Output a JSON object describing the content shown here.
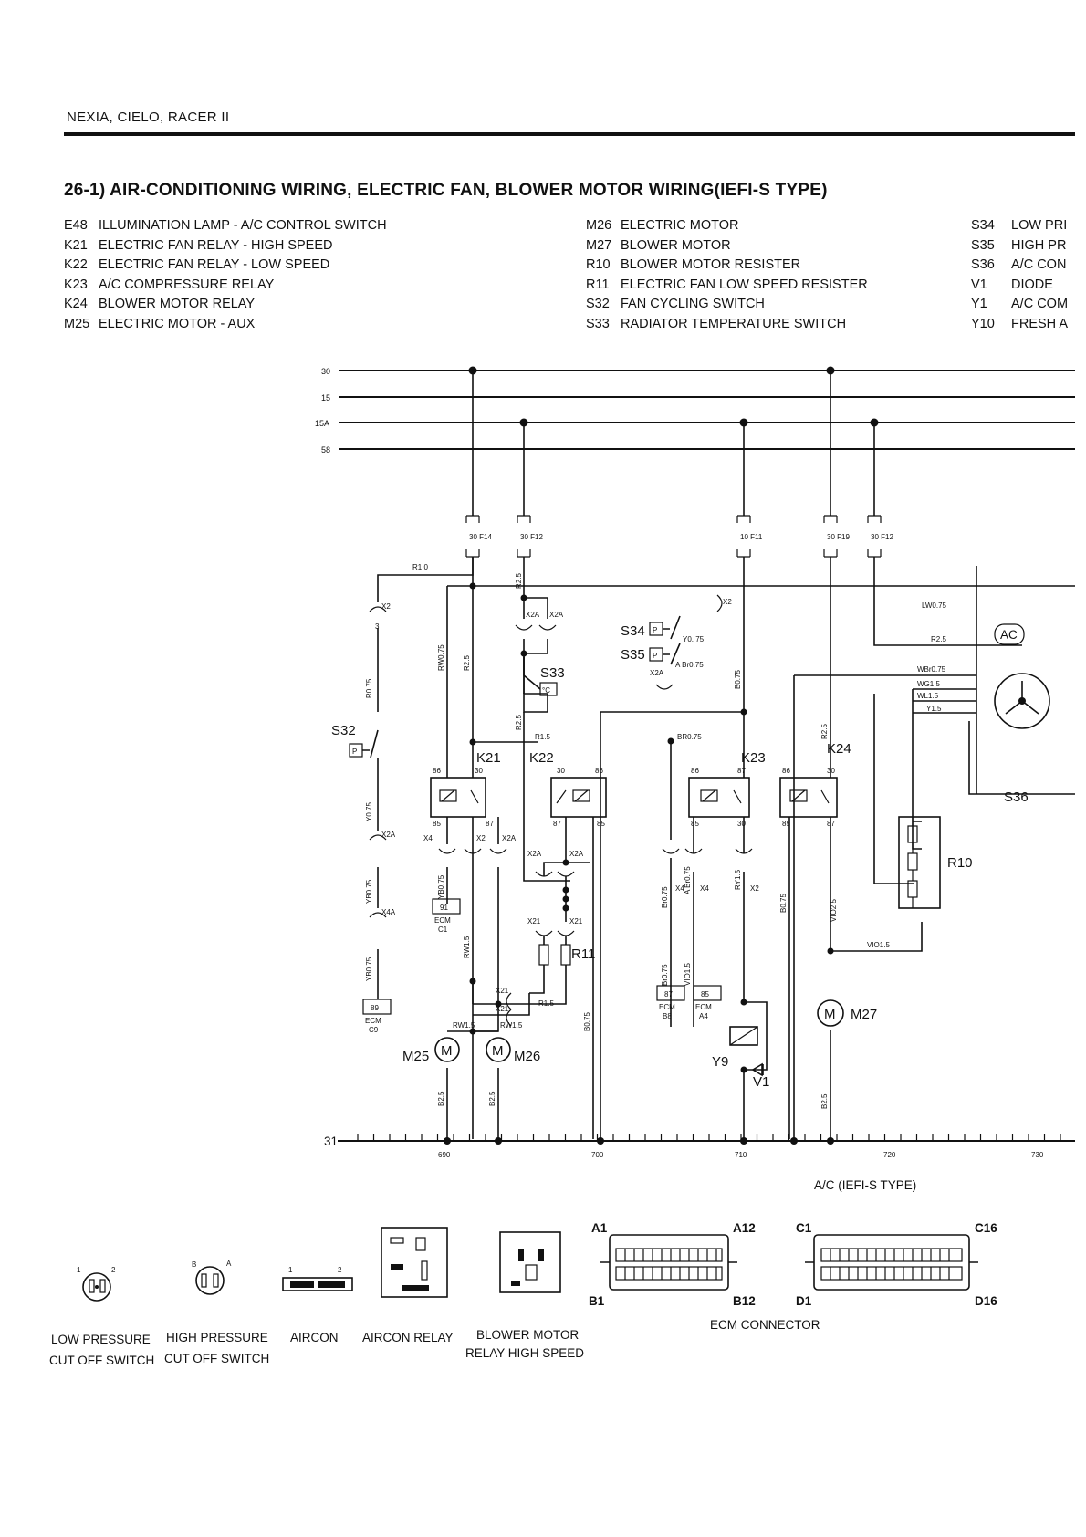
{
  "header": {
    "models": "NEXIA, CIELO, RACER II"
  },
  "section": {
    "title": "26-1) AIR-CONDITIONING WIRING, ELECTRIC FAN, BLOWER MOTOR WIRING(IEFI-S TYPE)"
  },
  "legend": {
    "col1": [
      {
        "code": "E48",
        "desc": "ILLUMINATION LAMP - A/C CONTROL SWITCH"
      },
      {
        "code": "K21",
        "desc": "ELECTRIC FAN RELAY - HIGH SPEED"
      },
      {
        "code": "K22",
        "desc": "ELECTRIC FAN RELAY - LOW SPEED"
      },
      {
        "code": "K23",
        "desc": "A/C COMPRESSURE RELAY"
      },
      {
        "code": "K24",
        "desc": "BLOWER MOTOR RELAY"
      },
      {
        "code": "M25",
        "desc": "ELECTRIC MOTOR - AUX"
      }
    ],
    "col2": [
      {
        "code": "M26",
        "desc": "ELECTRIC MOTOR"
      },
      {
        "code": "M27",
        "desc": "BLOWER MOTOR"
      },
      {
        "code": "R10",
        "desc": "BLOWER MOTOR RESISTER"
      },
      {
        "code": "R11",
        "desc": "ELECTRIC FAN LOW SPEED RESISTER"
      },
      {
        "code": "S32",
        "desc": "FAN CYCLING SWITCH"
      },
      {
        "code": "S33",
        "desc": "RADIATOR TEMPERATURE SWITCH"
      }
    ],
    "col3": [
      {
        "code": "S34",
        "desc": "LOW PRI"
      },
      {
        "code": "S35",
        "desc": "HIGH PR"
      },
      {
        "code": "S36",
        "desc": "A/C CON"
      },
      {
        "code": "V1",
        "desc": "DIODE"
      },
      {
        "code": "Y1",
        "desc": "A/C COM"
      },
      {
        "code": "Y10",
        "desc": "FRESH A"
      }
    ]
  },
  "buses": [
    "30",
    "15",
    "15A",
    "58"
  ],
  "ground_bus": "31",
  "ruler": [
    "690",
    "700",
    "710",
    "720",
    "730"
  ],
  "fuses": [
    "30 F14",
    "30 F12",
    "10 F11",
    "30 F19",
    "30 F12"
  ],
  "relays": [
    "K21",
    "K22",
    "K23",
    "K24"
  ],
  "relay_pins": [
    "86",
    "30",
    "85",
    "87"
  ],
  "motors": [
    "M25",
    "M26",
    "M27"
  ],
  "motor_symbol": "M",
  "switches": [
    "S32",
    "S33",
    "S34",
    "S35",
    "S36"
  ],
  "switch_symbols": {
    "pressure": "P",
    "temp": "°C"
  },
  "resistors": [
    "R10",
    "R11"
  ],
  "others": {
    "y9": "Y9",
    "v1": "V1",
    "ac_badge": "AC"
  },
  "ecm": {
    "label": "ECM",
    "pins": [
      "91",
      "89",
      "87",
      "85"
    ],
    "sub": [
      "C1",
      "C9",
      "B8",
      "A4"
    ]
  },
  "wires": [
    "R1.0",
    "RW0.75",
    "R2.5",
    "R0.75",
    "Y0.75",
    "YB0.75",
    "Y0. 75",
    "A Br0.75",
    "Br0.75",
    "YB0.75",
    "RY1.5",
    "B0.75",
    "VIO2.5",
    "VIO1.5",
    "LW0.75",
    "R2.5",
    "WBr0.75",
    "WG1.5",
    "WL1.5",
    "Y1.5",
    "R1.5",
    "RW1.5",
    "B2.5",
    "BR0.75"
  ],
  "connectors": [
    "X2",
    "X2A",
    "X4",
    "X4A",
    "X21"
  ],
  "diagram_caption": "A/C (IEFI-S TYPE)",
  "ecm_connector": {
    "label": "ECM CONNECTOR",
    "pins": [
      "A1",
      "A12",
      "B1",
      "B12",
      "C1",
      "C16",
      "D1",
      "D16"
    ]
  },
  "component_views": [
    {
      "line1": "LOW PRESSURE",
      "line2": "CUT OFF SWITCH"
    },
    {
      "line1": "HIGH PRESSURE",
      "line2": "CUT OFF SWITCH"
    },
    {
      "line1": "AIRCON",
      "line2": ""
    },
    {
      "line1": "AIRCON RELAY",
      "line2": ""
    },
    {
      "line1": "BLOWER MOTOR",
      "line2": "RELAY HIGH SPEED"
    }
  ]
}
